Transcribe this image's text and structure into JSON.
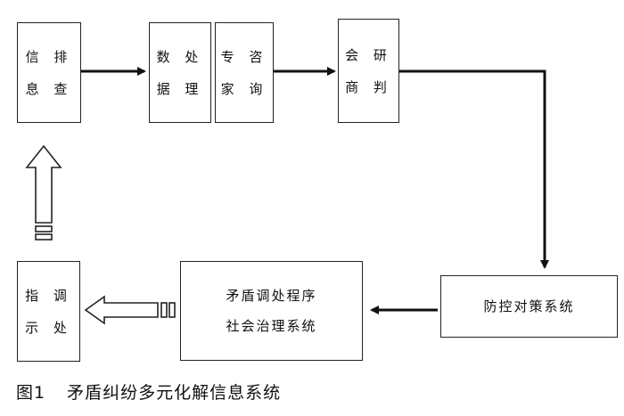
{
  "nodes": {
    "info_investigation": [
      "信 排",
      "息 查"
    ],
    "data_processing": [
      "数 处",
      "据 理"
    ],
    "expert_consultation": [
      "专 咨",
      "家 询"
    ],
    "consultation_judgment": [
      "会 研",
      "商 判"
    ],
    "prevention_control": [
      "防控对策系统"
    ],
    "social_governance": [
      "矛盾调处程序",
      "社会治理系统"
    ],
    "guidance": [
      "指 调",
      "示 处"
    ]
  },
  "caption": {
    "figure_label": "图1",
    "title": "矛盾纠纷多元化解信息系统"
  }
}
